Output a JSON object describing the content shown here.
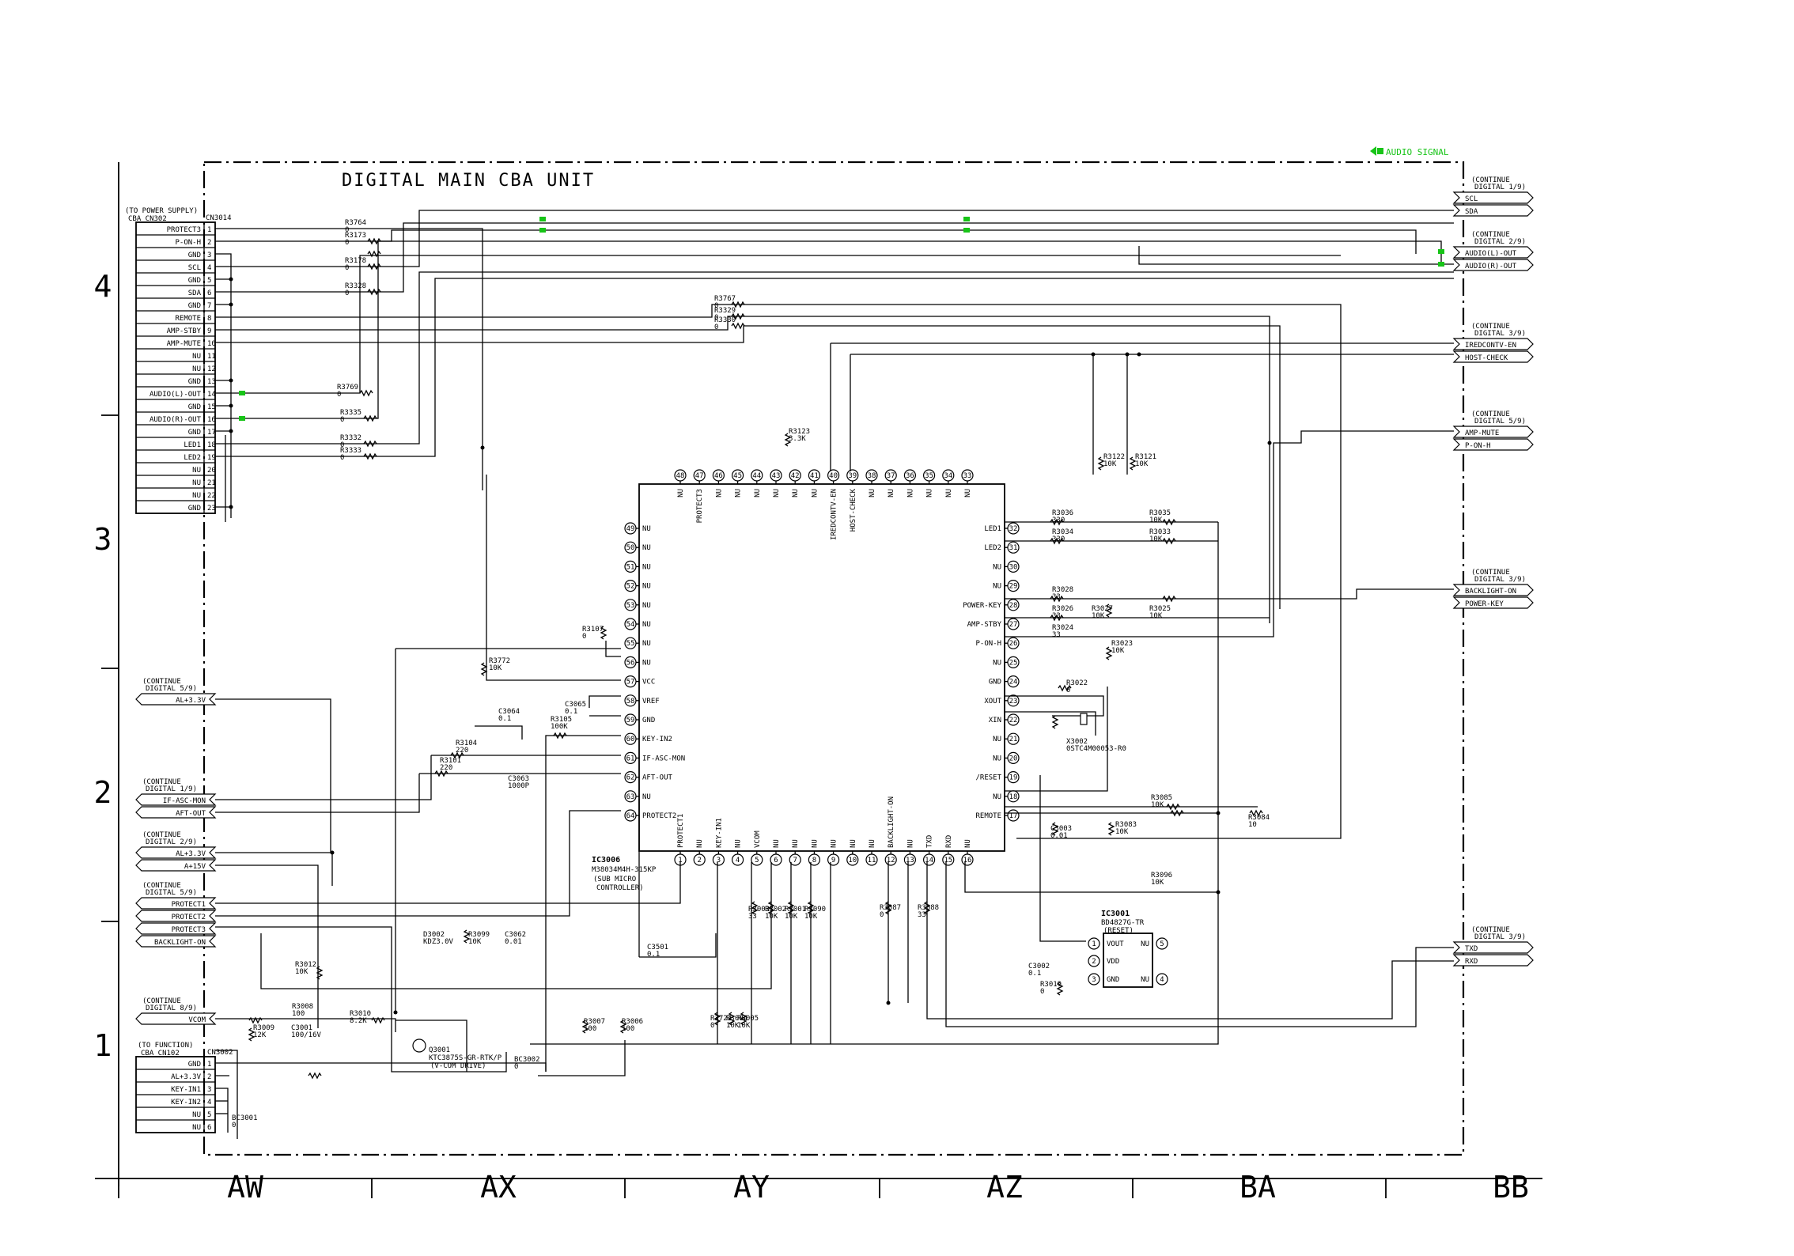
{
  "title": "DIGITAL MAIN CBA UNIT",
  "legend": {
    "label": "AUDIO SIGNAL",
    "color": "#17c417"
  },
  "columns": [
    "AW",
    "AX",
    "AY",
    "AZ",
    "BA",
    "BB"
  ],
  "rows": [
    "4",
    "3",
    "2",
    "1"
  ],
  "cn3014": {
    "ref": "CN3014",
    "note1": "(TO POWER SUPPLY)",
    "note2": "CBA CN302",
    "pins": [
      "PROTECT3",
      "P-ON-H",
      "GND",
      "SCL",
      "GND",
      "SDA",
      "GND",
      "REMOTE",
      "AMP-STBY",
      "AMP-MUTE",
      "NU",
      "NU",
      "GND",
      "AUDIO(L)-OUT",
      "GND",
      "AUDIO(R)-OUT",
      "GND",
      "LED1",
      "LED2",
      "NU",
      "NU",
      "NU",
      "GND"
    ]
  },
  "cn3002": {
    "ref": "CN3002",
    "note1": "(TO FUNCTION)",
    "note2": "CBA CN102",
    "pins": [
      "GND",
      "AL+3.3V",
      "KEY-IN1",
      "KEY-IN2",
      "NU",
      "NU"
    ]
  },
  "left_connectors": [
    {
      "note1": "(CONTINUE",
      "note2": "DIGITAL 5/9)",
      "signals": [
        "AL+3.3V"
      ]
    },
    {
      "note1": "(CONTINUE",
      "note2": "DIGITAL 1/9)",
      "signals": [
        "IF-ASC-MON",
        "AFT-OUT"
      ]
    },
    {
      "note1": "(CONTINUE",
      "note2": "DIGITAL 2/9)",
      "signals": [
        "AL+3.3V",
        "A+15V"
      ]
    },
    {
      "note1": "(CONTINUE",
      "note2": "DIGITAL 5/9)",
      "signals": [
        "PROTECT1",
        "PROTECT2",
        "PROTECT3",
        "BACKLIGHT-ON"
      ]
    },
    {
      "note1": "(CONTINUE",
      "note2": "DIGITAL 8/9)",
      "signals": [
        "VCOM"
      ]
    }
  ],
  "right_connectors": [
    {
      "note1": "(CONTINUE",
      "note2": "DIGITAL 1/9)",
      "signals": [
        "SCL",
        "SDA"
      ]
    },
    {
      "note1": "(CONTINUE",
      "note2": "DIGITAL 2/9)",
      "signals": [
        "AUDIO(L)-OUT",
        "AUDIO(R)-OUT"
      ]
    },
    {
      "note1": "(CONTINUE",
      "note2": "DIGITAL 3/9)",
      "signals": [
        "IREDCONTV-EN",
        "HOST-CHECK"
      ]
    },
    {
      "note1": "(CONTINUE",
      "note2": "DIGITAL 5/9)",
      "signals": [
        "AMP-MUTE",
        "P-ON-H"
      ]
    },
    {
      "note1": "(CONTINUE",
      "note2": "DIGITAL 3/9)",
      "signals": [
        "BACKLIGHT-ON",
        "POWER-KEY"
      ]
    },
    {
      "note1": "(CONTINUE",
      "note2": "DIGITAL 3/9)",
      "signals": [
        "TXD",
        "RXD"
      ]
    }
  ],
  "ic3006": {
    "ref": "IC3006",
    "part": "M38034M4H-315KP",
    "desc1": "(SUB MICRO",
    "desc2": "CONTROLLER)",
    "top_pins": [
      {
        "n": "48",
        "l": "NU"
      },
      {
        "n": "47",
        "l": "PROTECT3"
      },
      {
        "n": "46",
        "l": "NU"
      },
      {
        "n": "45",
        "l": "NU"
      },
      {
        "n": "44",
        "l": "NU"
      },
      {
        "n": "43",
        "l": "NU"
      },
      {
        "n": "42",
        "l": "NU"
      },
      {
        "n": "41",
        "l": "NU"
      },
      {
        "n": "40",
        "l": "IREDCONTV-EN"
      },
      {
        "n": "39",
        "l": "HOST-CHECK"
      },
      {
        "n": "38",
        "l": "NU"
      },
      {
        "n": "37",
        "l": "NU"
      },
      {
        "n": "36",
        "l": "NU"
      },
      {
        "n": "35",
        "l": "NU"
      },
      {
        "n": "34",
        "l": "NU"
      },
      {
        "n": "33",
        "l": "NU"
      }
    ],
    "left_pins": [
      {
        "n": "49",
        "l": "NU"
      },
      {
        "n": "50",
        "l": "NU"
      },
      {
        "n": "51",
        "l": "NU"
      },
      {
        "n": "52",
        "l": "NU"
      },
      {
        "n": "53",
        "l": "NU"
      },
      {
        "n": "54",
        "l": "NU"
      },
      {
        "n": "55",
        "l": "NU"
      },
      {
        "n": "56",
        "l": "NU"
      },
      {
        "n": "57",
        "l": "VCC"
      },
      {
        "n": "58",
        "l": "VREF"
      },
      {
        "n": "59",
        "l": "GND"
      },
      {
        "n": "60",
        "l": "KEY-IN2"
      },
      {
        "n": "61",
        "l": "IF-ASC-MON"
      },
      {
        "n": "62",
        "l": "AFT-OUT"
      },
      {
        "n": "63",
        "l": "NU"
      },
      {
        "n": "64",
        "l": "PROTECT2"
      }
    ],
    "right_pins": [
      {
        "n": "32",
        "l": "LED1"
      },
      {
        "n": "31",
        "l": "LED2"
      },
      {
        "n": "30",
        "l": "NU"
      },
      {
        "n": "29",
        "l": "NU"
      },
      {
        "n": "28",
        "l": "POWER-KEY"
      },
      {
        "n": "27",
        "l": "AMP-STBY"
      },
      {
        "n": "26",
        "l": "P-ON-H"
      },
      {
        "n": "25",
        "l": "NU"
      },
      {
        "n": "24",
        "l": "GND"
      },
      {
        "n": "23",
        "l": "XOUT"
      },
      {
        "n": "22",
        "l": "XIN"
      },
      {
        "n": "21",
        "l": "NU"
      },
      {
        "n": "20",
        "l": "NU"
      },
      {
        "n": "19",
        "l": "/RESET"
      },
      {
        "n": "18",
        "l": "NU"
      },
      {
        "n": "17",
        "l": "REMOTE"
      }
    ],
    "bottom_pins": [
      {
        "n": "1",
        "l": "PROTECT1"
      },
      {
        "n": "2",
        "l": "NU"
      },
      {
        "n": "3",
        "l": "KEY-IN1"
      },
      {
        "n": "4",
        "l": "NU"
      },
      {
        "n": "5",
        "l": "VCOM"
      },
      {
        "n": "6",
        "l": "NU"
      },
      {
        "n": "7",
        "l": "NU"
      },
      {
        "n": "8",
        "l": "NU"
      },
      {
        "n": "9",
        "l": "NU"
      },
      {
        "n": "10",
        "l": "NU"
      },
      {
        "n": "11",
        "l": "NU"
      },
      {
        "n": "12",
        "l": "BACKLIGHT-ON"
      },
      {
        "n": "13",
        "l": "NU"
      },
      {
        "n": "14",
        "l": "TXD"
      },
      {
        "n": "15",
        "l": "RXD"
      },
      {
        "n": "16",
        "l": "NU"
      }
    ]
  },
  "ic3001": {
    "ref": "IC3001",
    "part": "BD4827G-TR",
    "desc": "(RESET)",
    "pins": [
      {
        "n": "1",
        "l": "VOUT"
      },
      {
        "n": "2",
        "l": "VDD"
      },
      {
        "n": "3",
        "l": "GND"
      },
      {
        "n": "4",
        "l": "NU"
      },
      {
        "n": "5",
        "l": "NU"
      }
    ]
  },
  "x3002": {
    "ref": "X3002",
    "part": "0STC4M00053-R0"
  },
  "q3001": {
    "ref": "Q3001",
    "part": "KTC3875S-GR-RTK/P",
    "desc": "(V-COM DRIVE)"
  },
  "parts": [
    {
      "r": "R3764",
      "v": "0"
    },
    {
      "r": "R3173",
      "v": "0"
    },
    {
      "r": "R3178",
      "v": "0"
    },
    {
      "r": "R3328",
      "v": "0"
    },
    {
      "r": "R3767",
      "v": "0"
    },
    {
      "r": "R3329",
      "v": "0"
    },
    {
      "r": "R3330",
      "v": "0"
    },
    {
      "r": "R3769",
      "v": "0"
    },
    {
      "r": "R3335",
      "v": "0"
    },
    {
      "r": "R3332",
      "v": "0"
    },
    {
      "r": "R3333",
      "v": "0"
    },
    {
      "r": "R3123",
      "v": "3.3K"
    },
    {
      "r": "R3122",
      "v": "10K"
    },
    {
      "r": "R3121",
      "v": "10K"
    },
    {
      "r": "R3036",
      "v": "330"
    },
    {
      "r": "R3034",
      "v": "330"
    },
    {
      "r": "R3035",
      "v": "10K"
    },
    {
      "r": "R3033",
      "v": "10K"
    },
    {
      "r": "R3028",
      "v": "33"
    },
    {
      "r": "R3026",
      "v": "33"
    },
    {
      "r": "R3027",
      "v": "10K"
    },
    {
      "r": "R3025",
      "v": "10K"
    },
    {
      "r": "R3024",
      "v": "33"
    },
    {
      "r": "R3023",
      "v": "10K"
    },
    {
      "r": "R3022",
      "v": "0"
    },
    {
      "r": "R3085",
      "v": "10K"
    },
    {
      "r": "R3084",
      "v": "10"
    },
    {
      "r": "R3083",
      "v": "10K"
    },
    {
      "r": "C3003",
      "v": "0.01"
    },
    {
      "r": "R3096",
      "v": "10K"
    },
    {
      "r": "C3002",
      "v": "0.1"
    },
    {
      "r": "R3019",
      "v": "0"
    },
    {
      "r": "R3107",
      "v": "0"
    },
    {
      "r": "R3772",
      "v": "10K"
    },
    {
      "r": "C3064",
      "v": "0.1"
    },
    {
      "r": "C3065",
      "v": "0.1"
    },
    {
      "r": "R3105",
      "v": "100K"
    },
    {
      "r": "R3104",
      "v": "220"
    },
    {
      "r": "R3101",
      "v": "220"
    },
    {
      "r": "C3063",
      "v": "1000P"
    },
    {
      "r": "D3002",
      "v": "KDZ3.0V"
    },
    {
      "r": "R3099",
      "v": "10K"
    },
    {
      "r": "C3062",
      "v": "0.01"
    },
    {
      "r": "C3501",
      "v": "0.1"
    },
    {
      "r": "R3012",
      "v": "10K"
    },
    {
      "r": "R3008",
      "v": "100"
    },
    {
      "r": "R3009",
      "v": "12K"
    },
    {
      "r": "C3001",
      "v": "100/16V"
    },
    {
      "r": "R3010",
      "v": "8.2K"
    },
    {
      "r": "R3007",
      "v": "100"
    },
    {
      "r": "R3006",
      "v": "100"
    },
    {
      "r": "BC3002",
      "v": "0"
    },
    {
      "r": "BC3001",
      "v": "0"
    },
    {
      "r": "R3003",
      "v": "33"
    },
    {
      "r": "R3002",
      "v": "10K"
    },
    {
      "r": "R3001",
      "v": "10K"
    },
    {
      "r": "R3090",
      "v": "10K"
    },
    {
      "r": "R3087",
      "v": "0"
    },
    {
      "r": "R3088",
      "v": "33"
    },
    {
      "r": "R3722",
      "v": "0"
    },
    {
      "r": "R3004",
      "v": "10K"
    },
    {
      "r": "R3005",
      "v": "10K"
    }
  ]
}
